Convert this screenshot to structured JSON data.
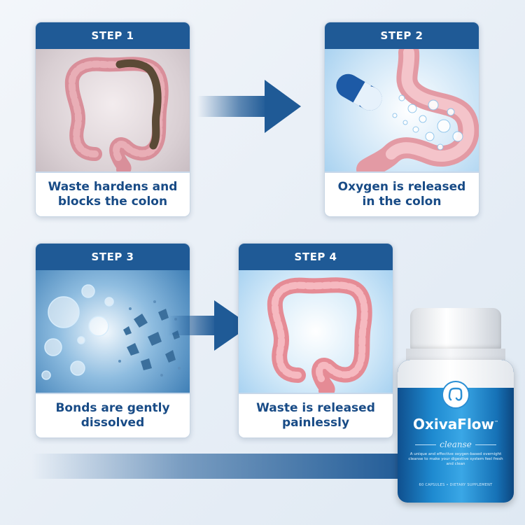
{
  "steps": [
    {
      "label": "STEP 1",
      "caption": "Waste hardens and blocks the colon"
    },
    {
      "label": "STEP 2",
      "caption": "Oxygen is released in the colon"
    },
    {
      "label": "STEP 3",
      "caption": "Bonds are gently dissolved"
    },
    {
      "label": "STEP 4",
      "caption": "Waste is released painlessly"
    }
  ],
  "product": {
    "brand": "OxivaFlow",
    "trademark": "™",
    "subline": "cleanse",
    "description": "A unique and effective oxygen-based overnight cleanse to make your digestive system feel fresh and clean",
    "footer": "60 CAPSULES • DIETARY SUPPLEMENT"
  },
  "colors": {
    "accent": "#1f5a96",
    "caption_text": "#184b86",
    "bottle_blue": "#1e8ad0"
  },
  "icons": [
    "colon-illustration",
    "capsule-stomach-illustration",
    "bubbles-illustration",
    "healthy-colon-illustration",
    "arrow-right-icon"
  ]
}
